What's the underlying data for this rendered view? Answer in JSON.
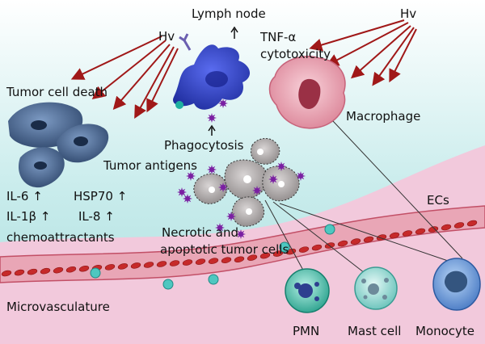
{
  "labels": {
    "lymph_node": "Lymph node",
    "hv_left": "Hv",
    "hv_right": "Hv",
    "tnf": "TNF-α",
    "cytotoxicity": "cytotoxicity",
    "tumor_cell_death": "Tumor cell death",
    "macrophage": "Macrophage",
    "phagocytosis": "Phagocytosis",
    "tumor_antigens": "Tumor antigens",
    "il6": "IL-6 ↑",
    "hsp70": "HSP70 ↑",
    "il1b": "IL-1β ↑",
    "il8": "IL-8 ↑",
    "chemoattractants": "chemoattractants",
    "ecs": "ECs",
    "necrotic_line1": "Necrotic and",
    "necrotic_line2": "apoptotic tumor cells",
    "microvasculature": "Microvasculature",
    "pmn": "PMN",
    "mast_cell": "Mast cell",
    "monocyte": "Monocyte"
  },
  "colors": {
    "background_sky": "#bfe6e6",
    "tissue": "#f2c9dc",
    "vessel_red": "#c62a2a",
    "tumor_cell": "#3d5a80",
    "dendritic_cell": "#2b3fd0",
    "macrophage": "#f3b1bd",
    "antigen": "#7a1fa2",
    "laser_arrow": "#a01818",
    "pmn": "#2fb7a0",
    "mast_cell": "#8fd6d0",
    "monocyte": "#5a8fd8"
  }
}
